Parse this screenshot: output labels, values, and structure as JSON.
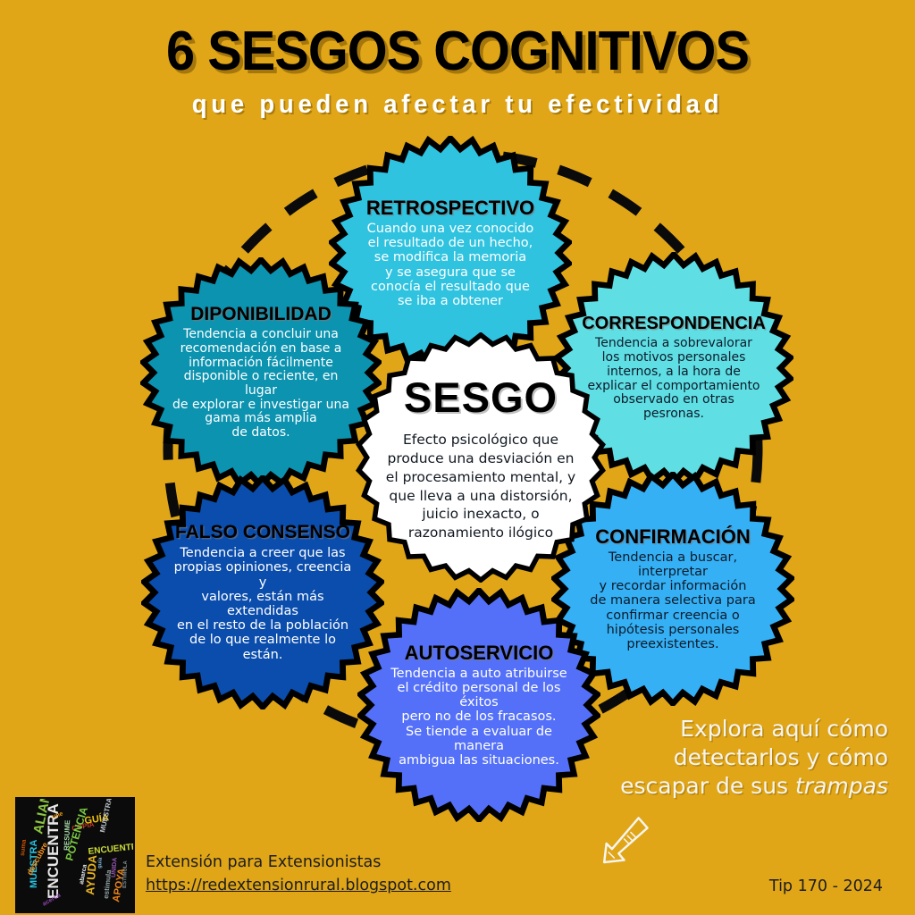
{
  "background_color": "#e0a617",
  "header": {
    "title": "6 SESGOS COGNITIVOS",
    "subtitle": "que pueden afectar tu efectividad"
  },
  "center": {
    "title": "SESGO",
    "description": "Efecto psicológico que\nproduce una desviación en\nel procesamiento mental, y\nque lleva a una distorsión,\njuicio inexacto, o\nrazonamiento ilógico",
    "fill": "#ffffff",
    "stroke": "#000000"
  },
  "nodes": [
    {
      "id": "retrospectivo",
      "title": "RETROSPECTIVO",
      "description": "Cuando una vez conocido\nel resultado de un hecho,\nse modifica la memoria\ny se asegura que se\nconocía el resultado que\nse iba a obtener",
      "fill": "#2fc3e0",
      "text_color": "#ffffff"
    },
    {
      "id": "diponibilidad",
      "title": "DIPONIBILIDAD",
      "description": "Tendencia a concluir una\nrecomendación en base a\ninformación fácilmente\ndisponible o reciente, en lugar\nde explorar e investigar una\ngama más amplia\nde datos.",
      "fill": "#0c93b0",
      "text_color": "#ffffff"
    },
    {
      "id": "correspondencia",
      "title": "CORRESPONDENCIA",
      "description": "Tendencia a sobrevalorar\nlos motivos personales\ninternos, a la hora de\nexplicar el comportamiento\nobservado en otras\npesronas.",
      "fill": "#5fdfe4",
      "text_color": "#0d1b2a"
    },
    {
      "id": "falso-consenso",
      "title": "FALSO CONSENSO",
      "description": "Tendencia a creer que las\npropias opiniones, creencia y\nvalores, están más extendidas\nen el resto de la población\nde lo que realmente lo\nestán.",
      "fill": "#0b4dac",
      "text_color": "#ffffff"
    },
    {
      "id": "confirmacion",
      "title": "CONFIRMACIÓN",
      "description": "Tendencia a buscar, interpretar\ny recordar información\nde manera selectiva para\nconfirmar creencia o\nhipótesis personales\npreexistentes.",
      "fill": "#35b0f5",
      "text_color": "#0d1b2a"
    },
    {
      "id": "autoservicio",
      "title": "AUTOSERVICIO",
      "description": "Tendencia a auto atribuirse\nel crédito personal de los éxitos\npero no de los fracasos.\nSe tiende a evaluar de manera\nambigua las situaciones.",
      "fill": "#5470f8",
      "text_color": "#ffffff"
    }
  ],
  "cta": {
    "line1": "Explora aquí cómo",
    "line2": "detectarlos y cómo",
    "line3_plain": "escapar de sus ",
    "line3_italic": "trampas",
    "arrow_icon": "down-left-arrow-icon"
  },
  "footer": {
    "logo_icon": "extension-e-wordcloud-logo",
    "organization": "Extensión para Extensionistas",
    "url": "https://redextensionrural.blogspot.com",
    "tip": "Tip 170 - 2024"
  }
}
